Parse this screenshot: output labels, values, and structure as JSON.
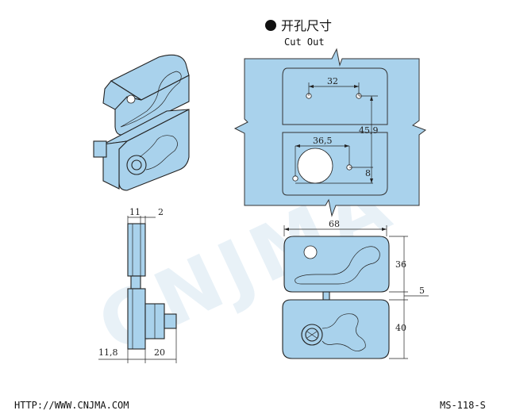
{
  "header": {
    "title_cn": "开孔尺寸",
    "title_en": "Cut Out"
  },
  "cutout": {
    "dim_top_hole_spacing": "32",
    "dim_center_distance": "45,9",
    "dim_lower_hole_spacing": "36,5",
    "dim_lower_offset": "8"
  },
  "side_view": {
    "dim_thickness": "11",
    "dim_gap": "2",
    "dim_body": "11,8",
    "dim_boss": "20"
  },
  "front_view": {
    "dim_width": "68",
    "dim_upper_height": "36",
    "dim_gap": "5",
    "dim_lower_height": "40"
  },
  "watermark": "CNJMA",
  "footer": {
    "url": "HTTP://WWW.CNJMA.COM",
    "model": "MS-118-S"
  },
  "colors": {
    "part_fill": "#a9d2ec",
    "watermark": "#d6e6f2",
    "line": "#222222"
  }
}
